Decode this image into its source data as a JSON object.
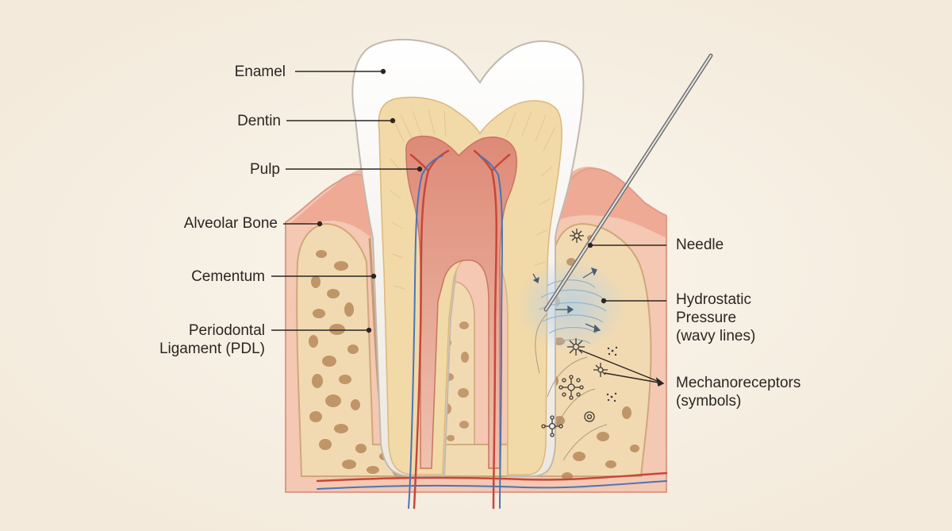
{
  "labels": {
    "enamel": "Enamel",
    "dentin": "Dentin",
    "pulp": "Pulp",
    "alveolar_bone": "Alveolar Bone",
    "cementum": "Cementum",
    "pdl_line1": "Periodontal",
    "pdl_line2": "Ligament (PDL)",
    "needle": "Needle",
    "hydro_line1": "Hydrostatic",
    "hydro_line2": "Pressure",
    "hydro_line3": "(wavy lines)",
    "mech_line1": "Mechanoreceptors",
    "mech_line2": "(symbols)"
  },
  "colors": {
    "background": "#f8f1e5",
    "enamel": "#f6f3ee",
    "dentin": "#f3dcb0",
    "pulp": "#e8a390",
    "gum": "#f0b7a4",
    "bone": "#f2dcb6",
    "bone_pores": "#b98a5e",
    "artery": "#c8463a",
    "vein": "#4b74b5",
    "pressure": "#a9c6dd",
    "leader_line": "#2b2622"
  }
}
